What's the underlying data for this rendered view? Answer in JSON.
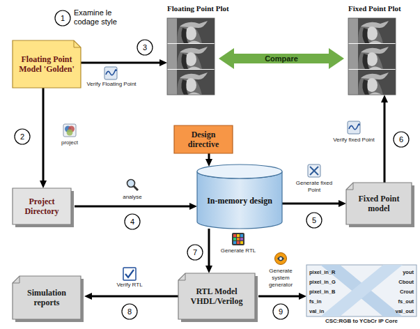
{
  "diagram": {
    "nodes": [
      {
        "text": [
          "Floating Point Plot"
        ]
      },
      {
        "text": [
          "Fixed Point Plot"
        ]
      },
      {
        "text": [
          "Floating Point Model 'Golden'"
        ]
      },
      {
        "text": [
          "Design directive"
        ]
      },
      {
        "text": [
          "In-memory design"
        ]
      },
      {
        "text": [
          "Fixed Point model"
        ]
      },
      {
        "text": [
          "Project Directory"
        ]
      },
      {
        "text": [
          "Simulation reports"
        ]
      },
      {
        "text": [
          "RTL Model VHDL/Verilog"
        ]
      },
      {
        "text": [
          "pixel_in_R",
          "pixel_in_G",
          "pixel_in_B",
          "fs_in",
          "val_in",
          "yout",
          "Cbout",
          "Crout",
          "fs_out",
          "val_out",
          "CSC:RGB to YCbCr IP Core"
        ]
      }
    ],
    "edges": [
      {
        "from": 2,
        "to": 0,
        "arrow": "to",
        "label": "Verify Floating Point"
      },
      {
        "from": 0,
        "to": 1,
        "arrow": "both",
        "label": "Compare"
      },
      {
        "from": 2,
        "to": 6,
        "arrow": "to",
        "label": "project"
      },
      {
        "from": 6,
        "to": 4,
        "arrow": "to",
        "label": "analyse"
      },
      {
        "from": 3,
        "to": 4,
        "arrow": "to"
      },
      {
        "from": 4,
        "to": 5,
        "arrow": "to",
        "label": "Generate fixed Point"
      },
      {
        "from": 5,
        "to": 1,
        "arrow": "to",
        "label": "Verify fixed Point"
      },
      {
        "from": 4,
        "to": 8,
        "arrow": "to",
        "label": "Generate RTL"
      },
      {
        "from": 8,
        "to": 7,
        "arrow": "to",
        "label": "Verify RTL"
      },
      {
        "from": 8,
        "to": 9,
        "arrow": "to",
        "label": "Generate system generator"
      }
    ],
    "labels": [
      "1",
      "Examine le codage style",
      "2",
      "3",
      "4",
      "5",
      "6",
      "7",
      "8",
      "9"
    ]
  }
}
